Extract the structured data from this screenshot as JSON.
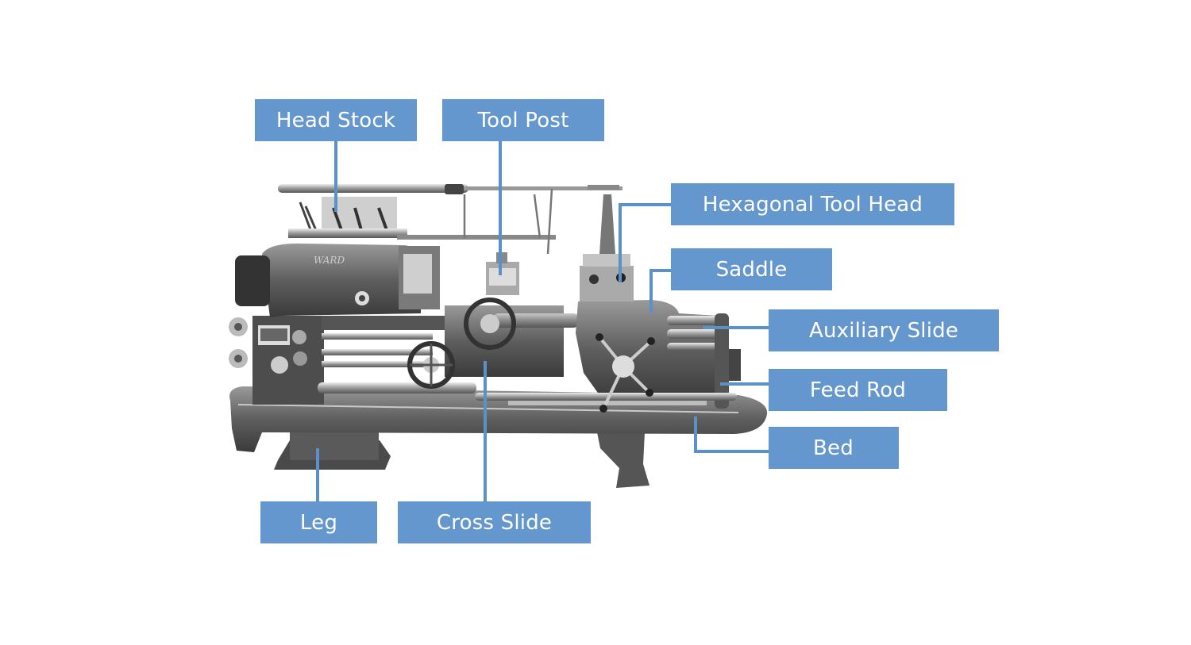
{
  "diagram": {
    "subject": "Turret / capstan lathe (labeled parts)",
    "colors": {
      "label_bg": "#6497cd",
      "label_text": "#ffffff",
      "connector": "#5b90c8",
      "background": "#ffffff"
    },
    "labels": [
      {
        "id": "head-stock",
        "text": "Head Stock"
      },
      {
        "id": "tool-post",
        "text": "Tool Post"
      },
      {
        "id": "hexagonal-tool-head",
        "text": "Hexagonal Tool Head"
      },
      {
        "id": "saddle",
        "text": "Saddle"
      },
      {
        "id": "auxiliary-slide",
        "text": "Auxiliary Slide"
      },
      {
        "id": "feed-rod",
        "text": "Feed Rod"
      },
      {
        "id": "bed",
        "text": "Bed"
      },
      {
        "id": "leg",
        "text": "Leg"
      },
      {
        "id": "cross-slide",
        "text": "Cross Slide"
      }
    ]
  }
}
